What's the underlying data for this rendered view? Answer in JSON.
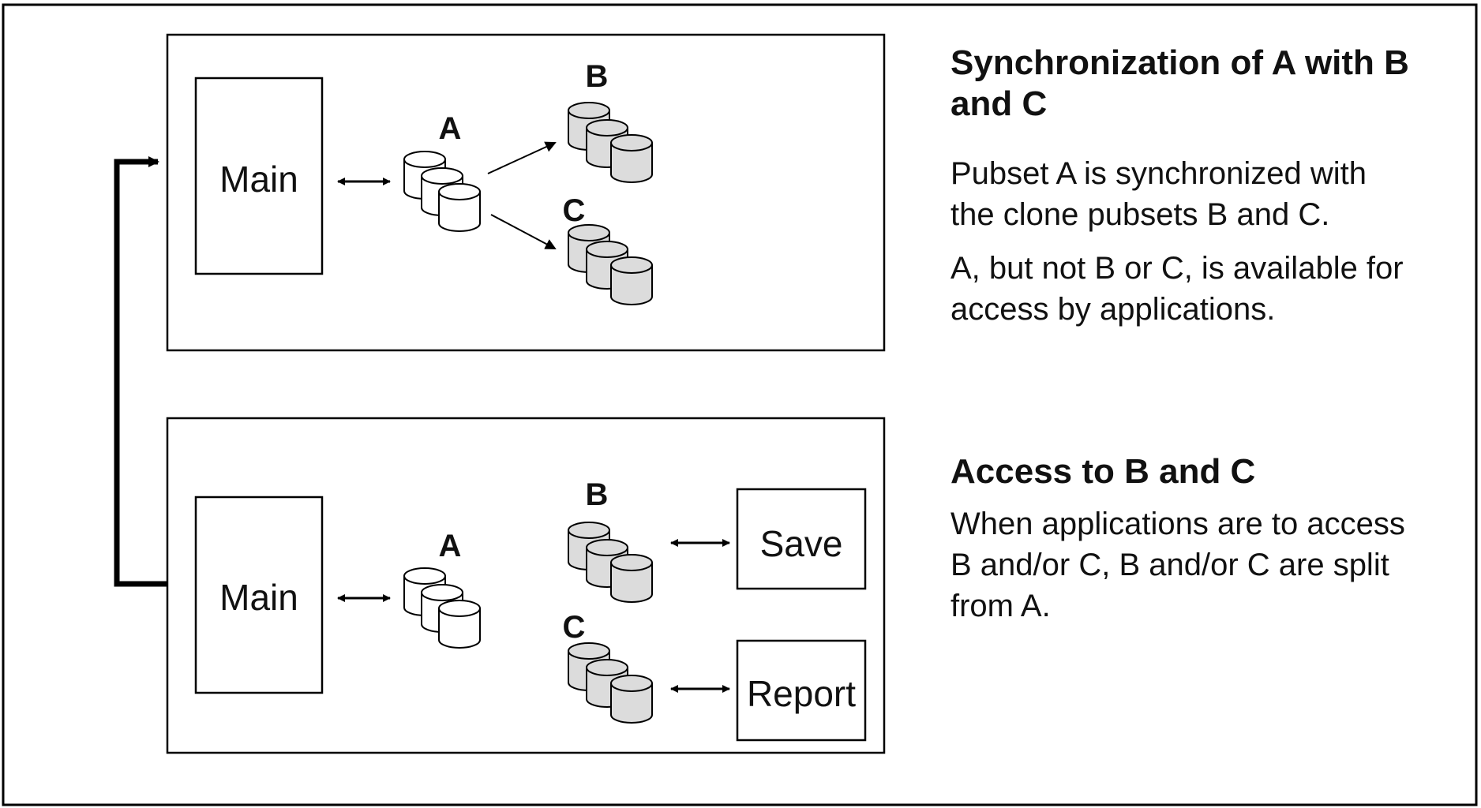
{
  "diagram": {
    "top_panel": {
      "main_label": "Main",
      "pubset_a": "A",
      "pubset_b": "B",
      "pubset_c": "C"
    },
    "bottom_panel": {
      "main_label": "Main",
      "pubset_a": "A",
      "pubset_b": "B",
      "pubset_c": "C",
      "save_label": "Save",
      "report_label": "Report"
    }
  },
  "text": {
    "section1": {
      "heading_line1": "Synchronization of A with B",
      "heading_line2": "and C",
      "para1_line1": "Pubset A is synchronized with",
      "para1_line2": "the clone pubsets B and C.",
      "para2_line1": "A, but not B or C, is available for",
      "para2_line2": "access by applications."
    },
    "section2": {
      "heading": "Access to B and C",
      "para_line1": "When applications are to access",
      "para_line2": "B and/or C, B and/or C are split",
      "para_line3": "from A."
    }
  }
}
